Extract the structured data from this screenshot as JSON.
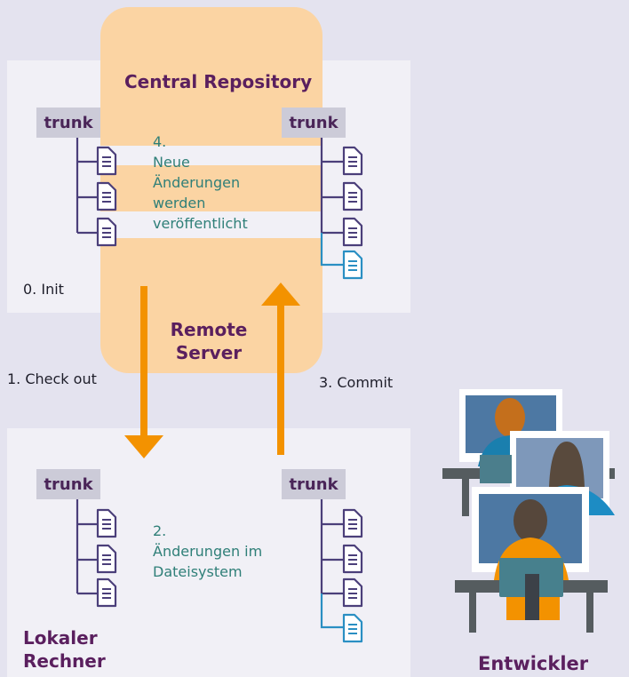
{
  "server": {
    "title": "Central Repository",
    "remote_line1": "Remote",
    "remote_line2": "Server",
    "trunk_left": "trunk",
    "trunk_right": "trunk",
    "step4_line1": "4.",
    "step4_line2": "Neue",
    "step4_line3": "Änderungen",
    "step4_line4": "werden",
    "step4_line5": "veröffentlicht",
    "init": "0. Init"
  },
  "steps": {
    "checkout": "1. Check out",
    "commit": "3. Commit"
  },
  "local": {
    "trunk_left": "trunk",
    "trunk_right": "trunk",
    "step2_line1": "2.",
    "step2_line2": "Änderungen im",
    "step2_line3": "Dateisystem",
    "title_line1": "Lokaler",
    "title_line2": "Rechner"
  },
  "developers": {
    "label": "Entwickler"
  },
  "colors": {
    "arrow": "#f39200",
    "title": "#5a1f5e",
    "tree_line": "#4b3f7a",
    "new_file": "#2a8fc3",
    "step_text": "#2f7f78",
    "server_orange": "#fbd4a3"
  }
}
